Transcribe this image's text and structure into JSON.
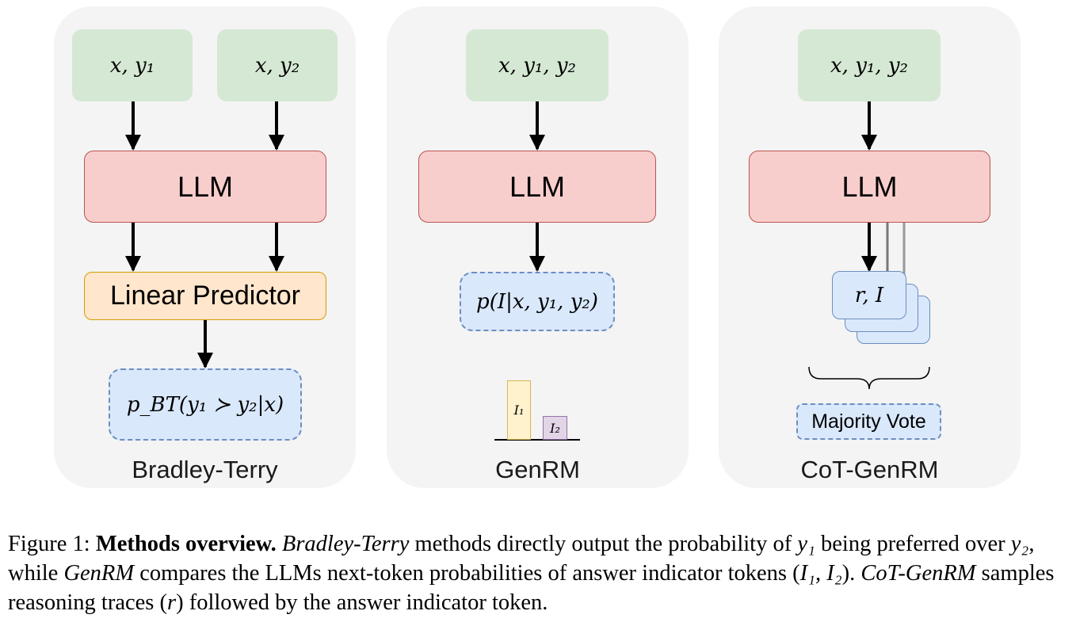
{
  "panels": {
    "bt": {
      "input1": "x, y₁",
      "input2": "x, y₂",
      "llm": "LLM",
      "linear": "Linear Predictor",
      "output": "p_BT(y₁ ≻ y₂|x)",
      "label": "Bradley-Terry"
    },
    "genrm": {
      "input": "x, y₁, y₂",
      "llm": "LLM",
      "output": "p(I|x, y₁, y₂)",
      "bar1": "I₁",
      "bar2": "I₂",
      "label": "GenRM"
    },
    "cot": {
      "input": "x, y₁, y₂",
      "llm": "LLM",
      "sample": "r, I",
      "vote": "Majority Vote",
      "label": "CoT-GenRM"
    }
  },
  "colors": {
    "input_fill": "#d5e8d4",
    "llm_fill": "#f8cecc",
    "linear_fill": "#ffe6cc",
    "prob_fill": "#dae8fc",
    "bar1_fill": "#fff2cc",
    "bar2_fill": "#e1d5e7"
  },
  "caption": {
    "prefix": "Figure 1: ",
    "bold": "Methods overview.",
    "t1_italic": "Bradley-Terry",
    "t2": " methods directly output the probability of ",
    "m1": "y₁",
    "t3": " being preferred over ",
    "m2": "y₂",
    "t4": ", while ",
    "t5_italic": "GenRM",
    "t6": " compares the LLMs next-token probabilities of answer indicator tokens (",
    "m3": "I₁, I₂",
    "t7": "). ",
    "t8_italic": "CoT-GenRM",
    "t9": " samples reasoning traces (",
    "m4": "r",
    "t10": ") followed by the answer indicator token."
  }
}
